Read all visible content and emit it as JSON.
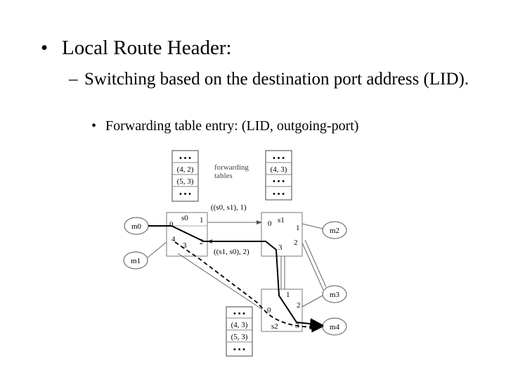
{
  "slide": {
    "bullet1": "Local Route Header:",
    "bullet2": "Switching based on the destination port address (LID).",
    "bullet3": "Forwarding table entry: (LID, outgoing-port)"
  },
  "diagram": {
    "forwarding_label": "forwarding\ntables",
    "tables": [
      {
        "name": "s0",
        "rows": [
          "(4, 2)",
          "(5, 3)"
        ]
      },
      {
        "name": "s1",
        "rows": [
          "(4, 3)"
        ]
      },
      {
        "name": "s2",
        "rows": [
          "(4, 3)",
          "(5, 3)"
        ]
      }
    ],
    "switches": [
      {
        "name": "s0",
        "ports": [
          "0",
          "1",
          "2",
          "3",
          "4"
        ]
      },
      {
        "name": "s1",
        "ports": [
          "0",
          "1",
          "2",
          "3"
        ]
      },
      {
        "name": "s2",
        "ports": [
          "0",
          "1",
          "2",
          "3"
        ]
      }
    ],
    "machines": [
      "m0",
      "m1",
      "m2",
      "m3",
      "m4"
    ],
    "link_labels": [
      "((s0, s1), 1)",
      "((s1, s0), 2)"
    ],
    "ellipsis": "• • •"
  }
}
